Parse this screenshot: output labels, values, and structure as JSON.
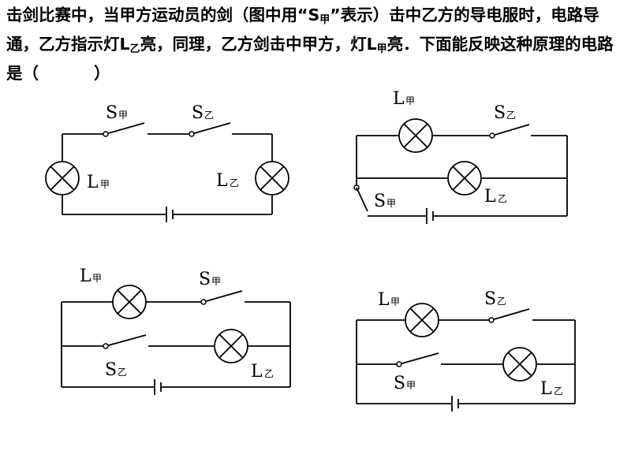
{
  "question": {
    "part1": "击剑比赛中，当甲方运动员的剑（图中用“S",
    "sub_jia_1": "甲",
    "part2": "”表示）击中乙方的导电服时，电路导通，乙方指示灯L",
    "sub_yi_1": "乙",
    "part3": "亮，同理，乙方剑击中甲方，灯L",
    "sub_jia_2": "甲",
    "part4": "亮．下面能反映这种原理的电路是（",
    "part5": "）"
  },
  "labels": {
    "switch_letter": "S",
    "lamp_letter": "L",
    "jia": "甲",
    "yi": "乙"
  }
}
